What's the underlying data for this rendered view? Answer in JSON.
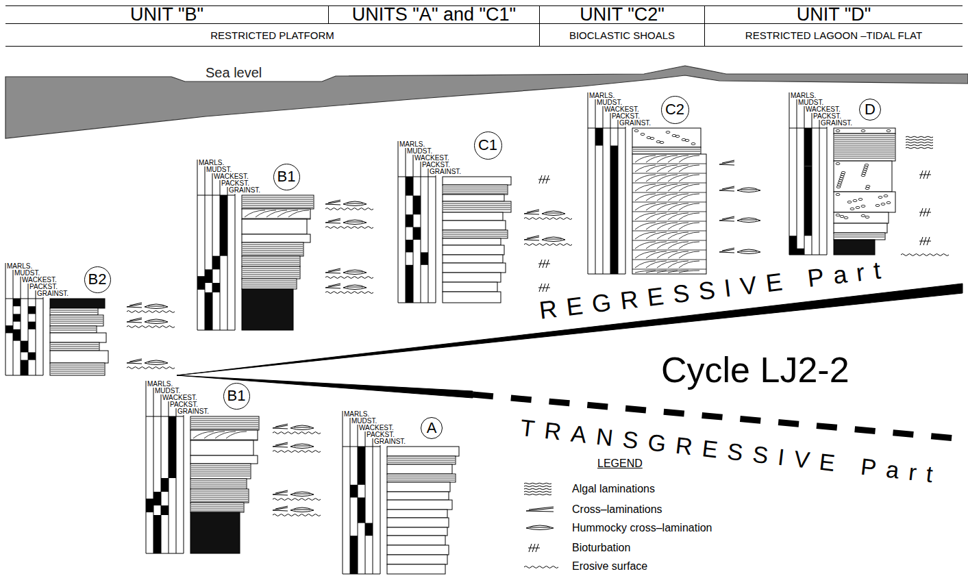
{
  "diagram": {
    "nodes": [
      {
        "text": [
          "UNIT \"B\""
        ]
      },
      {
        "text": [
          "UNITS \"A\" and \"C1\""
        ]
      },
      {
        "text": [
          "UNIT \"C2\""
        ]
      },
      {
        "text": [
          "UNIT \"D\""
        ]
      },
      {
        "text": [
          "RESTRICTED PLATFORM"
        ]
      },
      {
        "text": [
          "BIOCLASTIC SHOALS"
        ]
      },
      {
        "text": [
          "RESTRICTED LAGOON –TIDAL FLAT"
        ]
      },
      {
        "text": [
          "B2"
        ]
      },
      {
        "text": [
          "B1"
        ]
      },
      {
        "text": [
          "C1"
        ]
      },
      {
        "text": [
          "C2"
        ]
      },
      {
        "text": [
          "D"
        ]
      },
      {
        "text": [
          "B1"
        ]
      },
      {
        "text": [
          "A"
        ]
      }
    ],
    "labels": [
      "Sea level",
      "MARLS.",
      "MUDST.",
      "WACKEST.",
      "PACKST.",
      "GRAINST.",
      "MARLS.",
      "MUDST.",
      "WACKEST.",
      "PACKST.",
      "GRAINST.",
      "MARLS.",
      "MUDST.",
      "WACKEST.",
      "PACKST.",
      "GRAINST.",
      "MARLS.",
      "MUDST.",
      "WACKEST.",
      "PACKST.",
      "GRAINST.",
      "MARLS.",
      "MUDST.",
      "WACKEST.",
      "PACKST.",
      "GRAINST.",
      "MARLS.",
      "MUDST.",
      "WACKEST.",
      "PACKST.",
      "GRAINST.",
      "MARLS.",
      "MUDST.",
      "WACKEST.",
      "PACKST.",
      "GRAINST.",
      "REGRESSIVE Part",
      "Cycle LJ2-2",
      "TRANSGRESSIVE Part",
      "LEGEND"
    ],
    "legend": [
      {
        "text": "Algal laminations"
      },
      {
        "text": "Cross–laminations"
      },
      {
        "text": "Hummocky cross–lamination"
      },
      {
        "text": "Bioturbation"
      },
      {
        "text": "Erosive surface"
      }
    ]
  }
}
